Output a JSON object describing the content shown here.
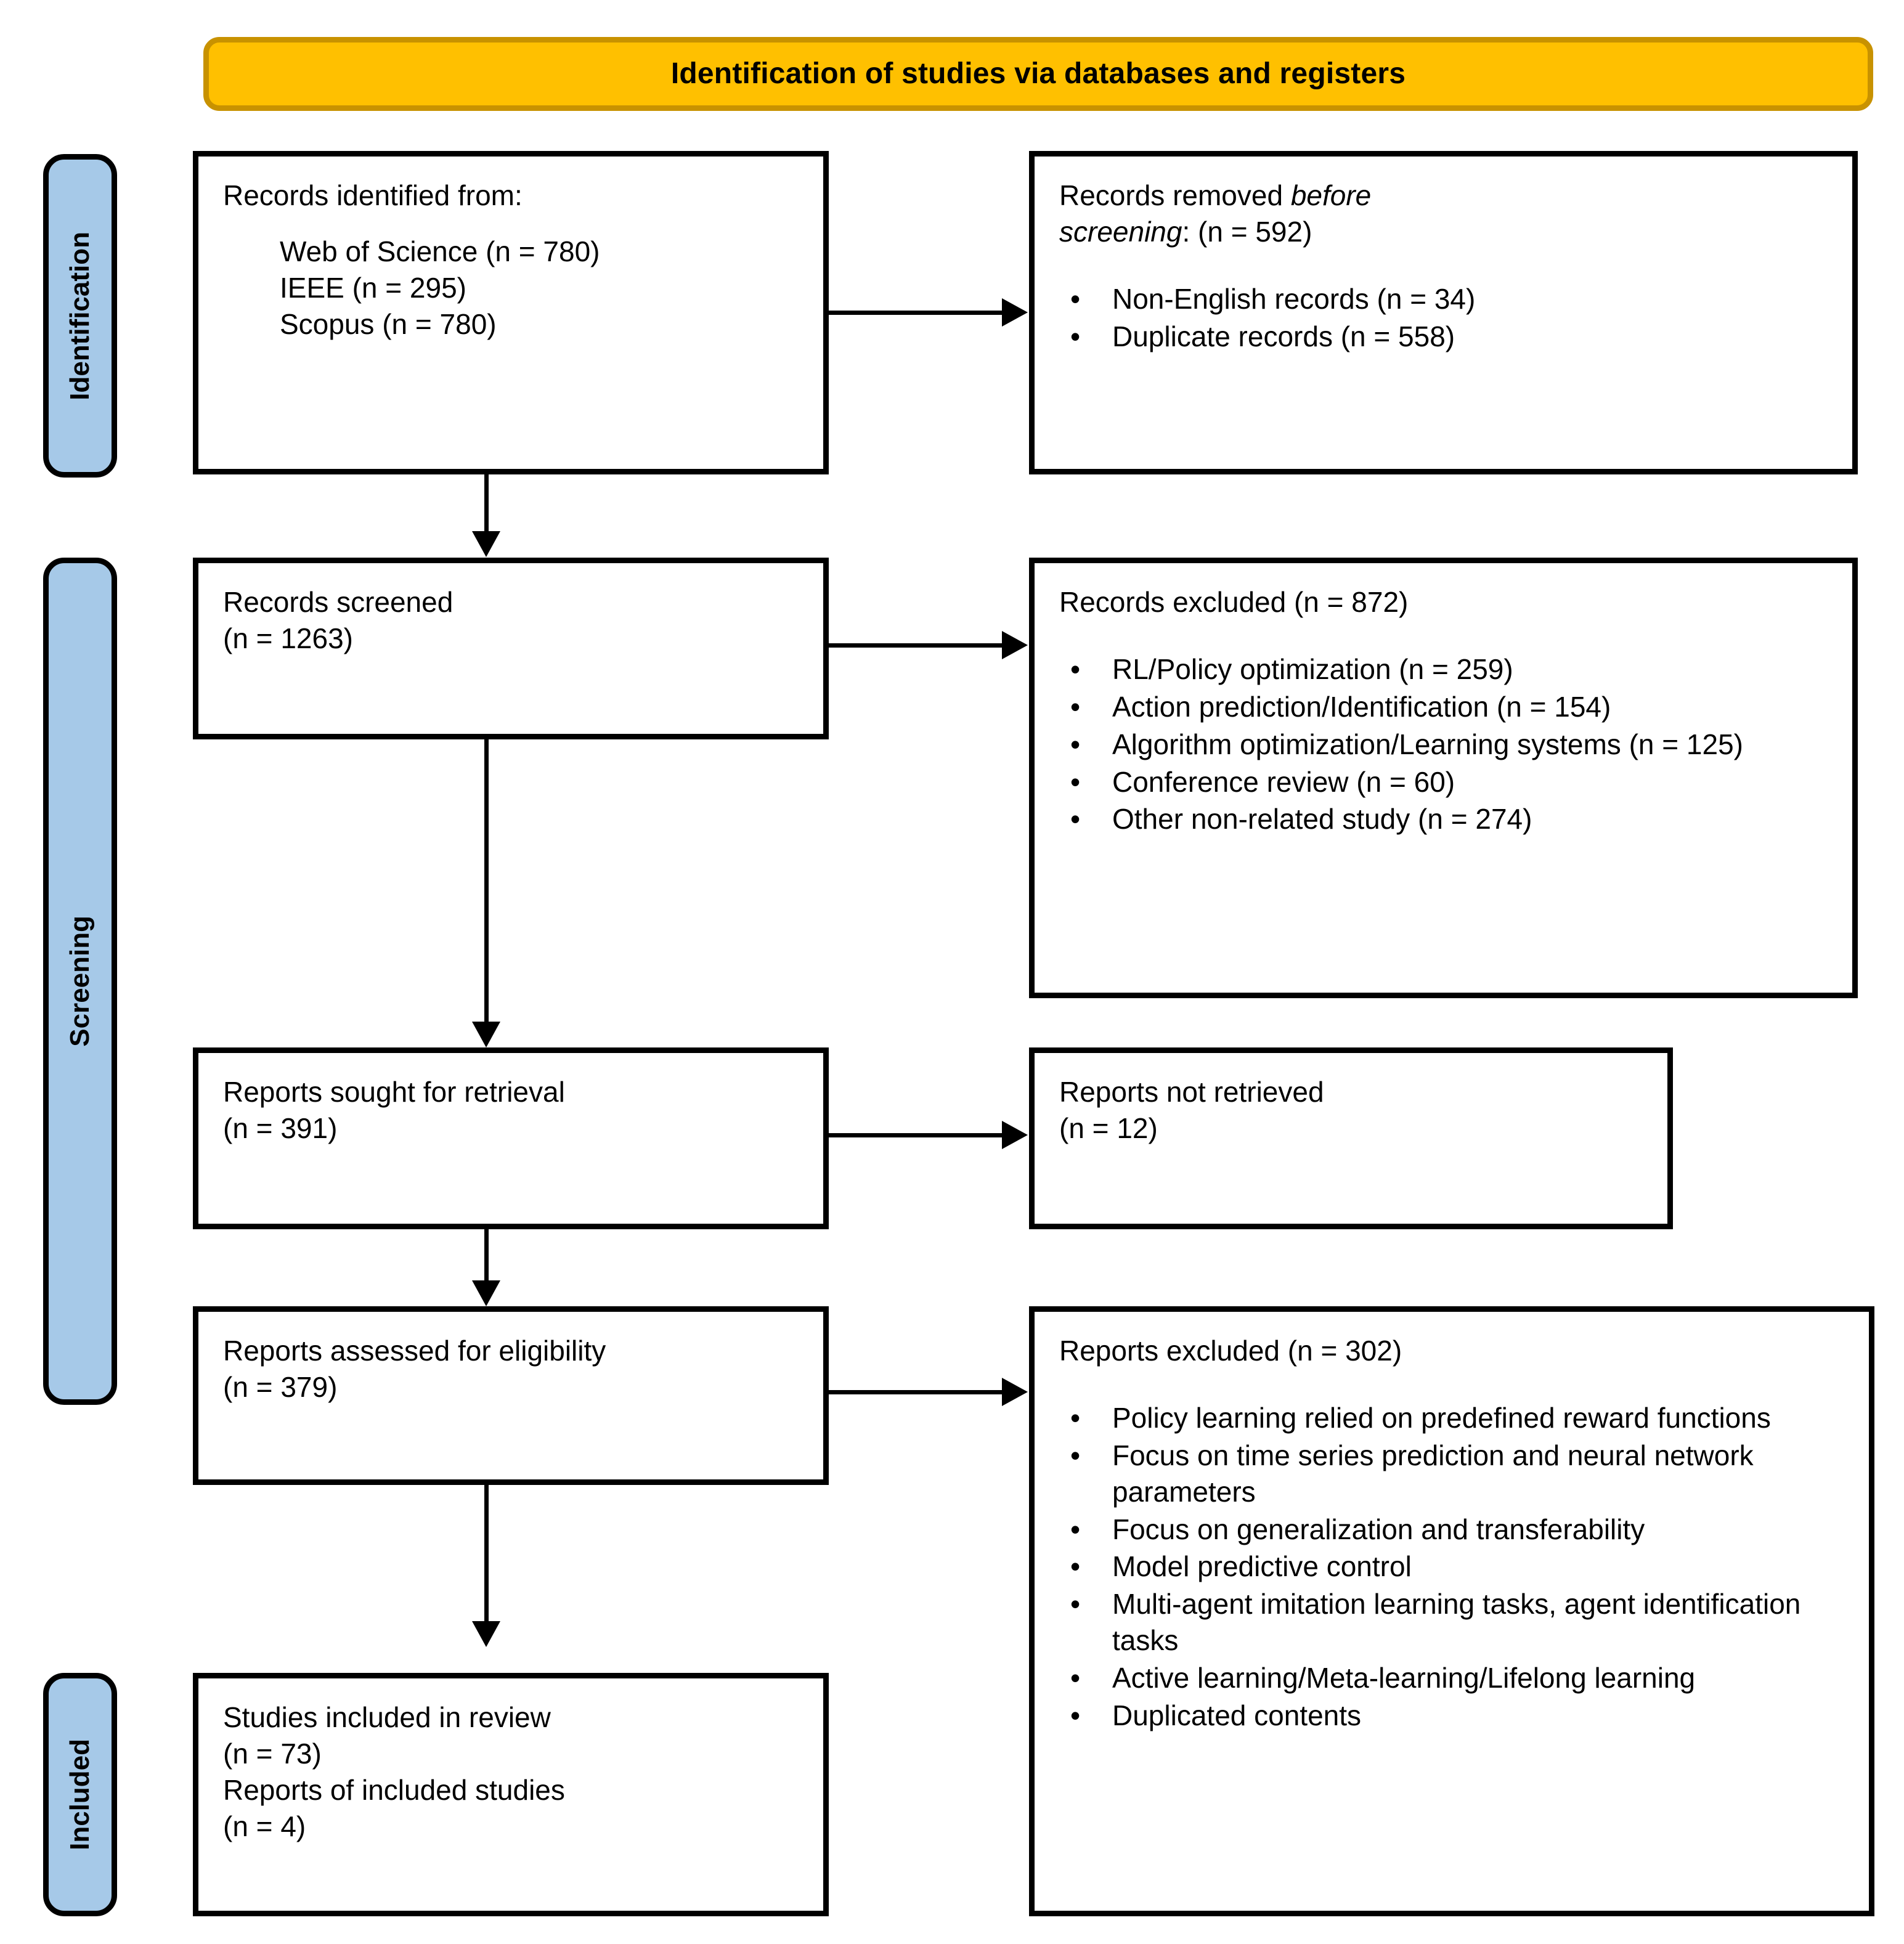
{
  "banner": {
    "title": "Identification of studies via databases and registers",
    "fill": "#FFC000",
    "border": "#C89200"
  },
  "stages": {
    "fill": "#A6C9E8",
    "identification": "Identification",
    "screening": "Screening",
    "included": "Included"
  },
  "boxes": {
    "identified": {
      "heading": "Records identified from:",
      "sources": [
        "Web of Science (n = 780)",
        "IEEE (n = 295)",
        "Scopus (n = 780)"
      ]
    },
    "removed": {
      "heading_pre": "Records removed ",
      "heading_italic_a": "before",
      "heading_italic_b": "screening",
      "heading_post": ": (n = 592)",
      "items": [
        "Non-English records (n = 34)",
        "Duplicate records (n = 558)"
      ]
    },
    "screened": {
      "title": "Records screened",
      "count": "(n = 1263)"
    },
    "records_excluded": {
      "heading": "Records excluded (n = 872)",
      "items": [
        "RL/Policy optimization (n = 259)",
        "Action prediction/Identification (n = 154)",
        "Algorithm optimization/Learning systems (n = 125)",
        "Conference review (n = 60)",
        "Other non-related study (n = 274)"
      ]
    },
    "sought": {
      "title": "Reports sought for retrieval",
      "count": "(n = 391)"
    },
    "not_retrieved": {
      "title": "Reports not retrieved",
      "count": "(n = 12)"
    },
    "assessed": {
      "title": "Reports assessed for eligibility",
      "count": "(n = 379)"
    },
    "reports_excluded": {
      "heading": "Reports excluded (n = 302)",
      "items": [
        "Policy learning relied on predefined reward functions",
        "Focus on time series prediction and neural network parameters",
        "Focus on generalization and transferability",
        "Model predictive control",
        "Multi-agent imitation learning tasks, agent identification tasks",
        "Active learning/Meta-learning/Lifelong learning",
        "Duplicated contents"
      ]
    },
    "included": {
      "studies_title": "Studies included in review",
      "studies_count": "(n = 73)",
      "reports_title": "Reports of included studies",
      "reports_count": "(n = 4)"
    }
  },
  "bullet_glyph": "•"
}
